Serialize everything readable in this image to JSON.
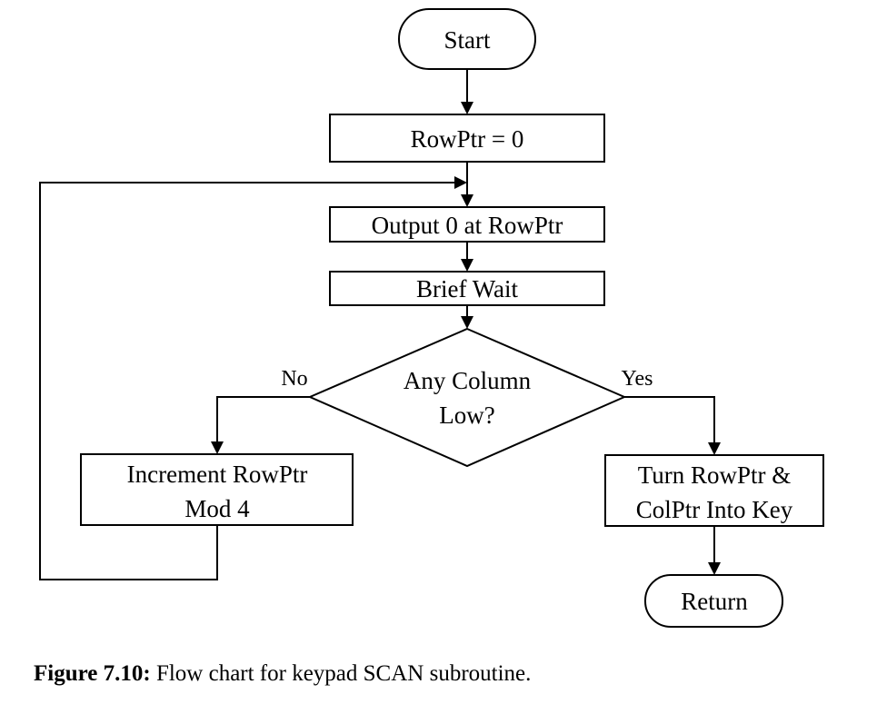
{
  "flowchart": {
    "start": {
      "label": "Start"
    },
    "init": {
      "label": "RowPtr = 0"
    },
    "output": {
      "label": "Output 0 at RowPtr"
    },
    "wait": {
      "label": "Brief Wait"
    },
    "decision": {
      "line1": "Any Column",
      "line2": "Low?"
    },
    "branch_no": {
      "label": "No"
    },
    "branch_yes": {
      "label": "Yes"
    },
    "increment": {
      "line1": "Increment RowPtr",
      "line2": "Mod 4"
    },
    "convert": {
      "line1": "Turn RowPtr &",
      "line2": "ColPtr Into Key"
    },
    "return": {
      "label": "Return"
    }
  },
  "caption": {
    "label": "Figure 7.10:",
    "text": " Flow chart for keypad SCAN subroutine."
  }
}
